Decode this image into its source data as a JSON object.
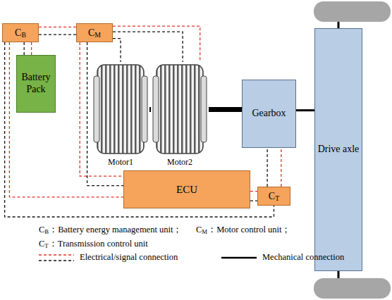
{
  "diagram": {
    "nodes": [
      {
        "text": [
          "CB"
        ]
      },
      {
        "text": [
          "CM"
        ]
      },
      {
        "text": [
          "Battery Pack"
        ]
      },
      {
        "text": [
          "Motor1"
        ]
      },
      {
        "text": [
          "Motor2"
        ]
      },
      {
        "text": [
          "Gearbox"
        ]
      },
      {
        "text": [
          "Drive axle"
        ]
      },
      {
        "text": [
          "ECU"
        ]
      },
      {
        "text": [
          "CT"
        ]
      }
    ],
    "edges": [
      {
        "from": 0,
        "to": 2,
        "arrow": "none"
      },
      {
        "from": 0,
        "to": 1,
        "arrow": "none"
      },
      {
        "from": 1,
        "to": 3,
        "arrow": "none"
      },
      {
        "from": 1,
        "to": 4,
        "arrow": "none"
      },
      {
        "from": 1,
        "to": 7,
        "arrow": "none"
      },
      {
        "from": 0,
        "to": 7,
        "arrow": "none"
      },
      {
        "from": 0,
        "to": 8,
        "arrow": "none"
      },
      {
        "from": 7,
        "to": 8,
        "arrow": "none"
      },
      {
        "from": 8,
        "to": 5,
        "arrow": "none"
      },
      {
        "from": 3,
        "to": 4,
        "arrow": "none"
      },
      {
        "from": 4,
        "to": 5,
        "arrow": "none"
      },
      {
        "from": 5,
        "to": 6,
        "arrow": "none"
      }
    ],
    "labels": [
      "CB：Battery energy management unit；",
      "CM：Motor control unit；",
      "CT：Transmission control unit"
    ],
    "legend": [
      {
        "text": "Electrical/signal connection"
      },
      {
        "text": "Mechanical connection"
      }
    ]
  }
}
